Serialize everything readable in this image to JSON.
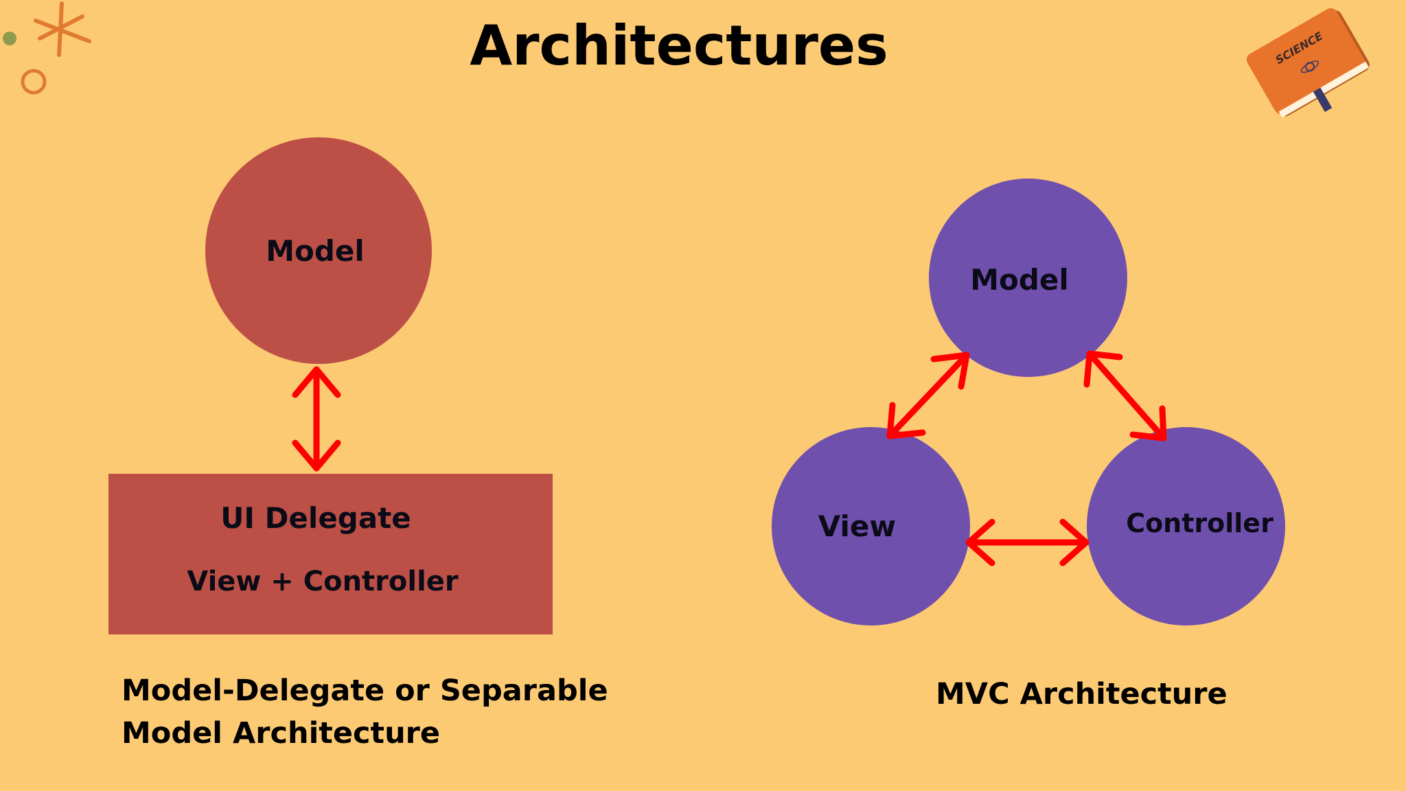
{
  "title": "Architectures",
  "left_diagram": {
    "model_label": "Model",
    "delegate_title": "UI Delegate",
    "delegate_subtitle": "View + Controller",
    "caption_line1": "Model-Delegate or Separable",
    "caption_line2": "Model Architecture"
  },
  "right_diagram": {
    "model_label": "Model",
    "view_label": "View",
    "controller_label": "Controller",
    "caption": "MVC Architecture"
  },
  "book_label": "SCIENCE",
  "colors": {
    "background": "#FDCA74",
    "red_shape": "#BC5046",
    "purple_shape": "#7050AD",
    "arrow": "#FF0000",
    "decoration": "#E07B2E",
    "dot": "#8E9A4E",
    "book_cover": "#E8732A"
  },
  "decorations": [
    "asterisk-icon",
    "dot-icon",
    "ring-icon",
    "science-book-icon"
  ]
}
